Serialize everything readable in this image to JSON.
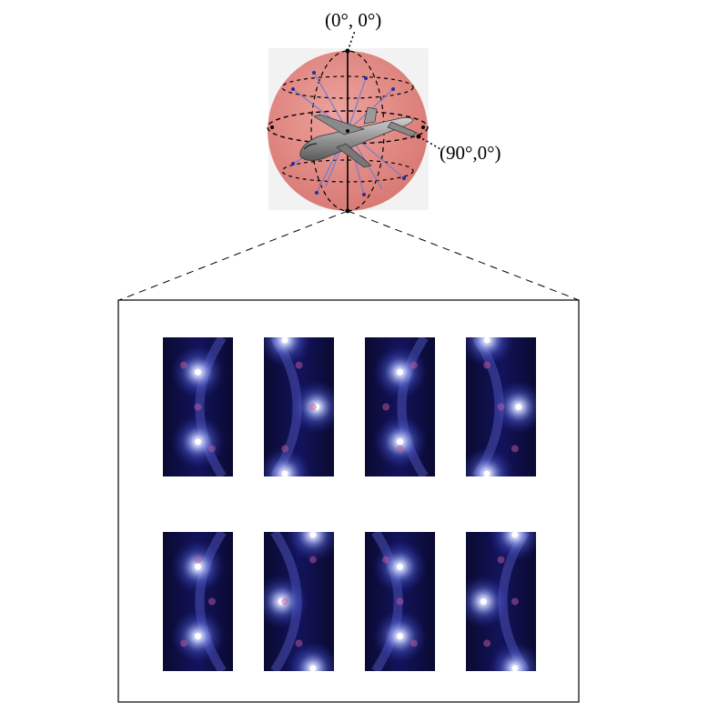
{
  "diagram": {
    "labels": {
      "north_pole": "(0°, 0°)",
      "equator_point": "(90°,0°)"
    },
    "sphere_color": "#e08a85",
    "panel_background": "#08083a",
    "panel_glow_color": "#8090ff",
    "panel_count": 8
  }
}
